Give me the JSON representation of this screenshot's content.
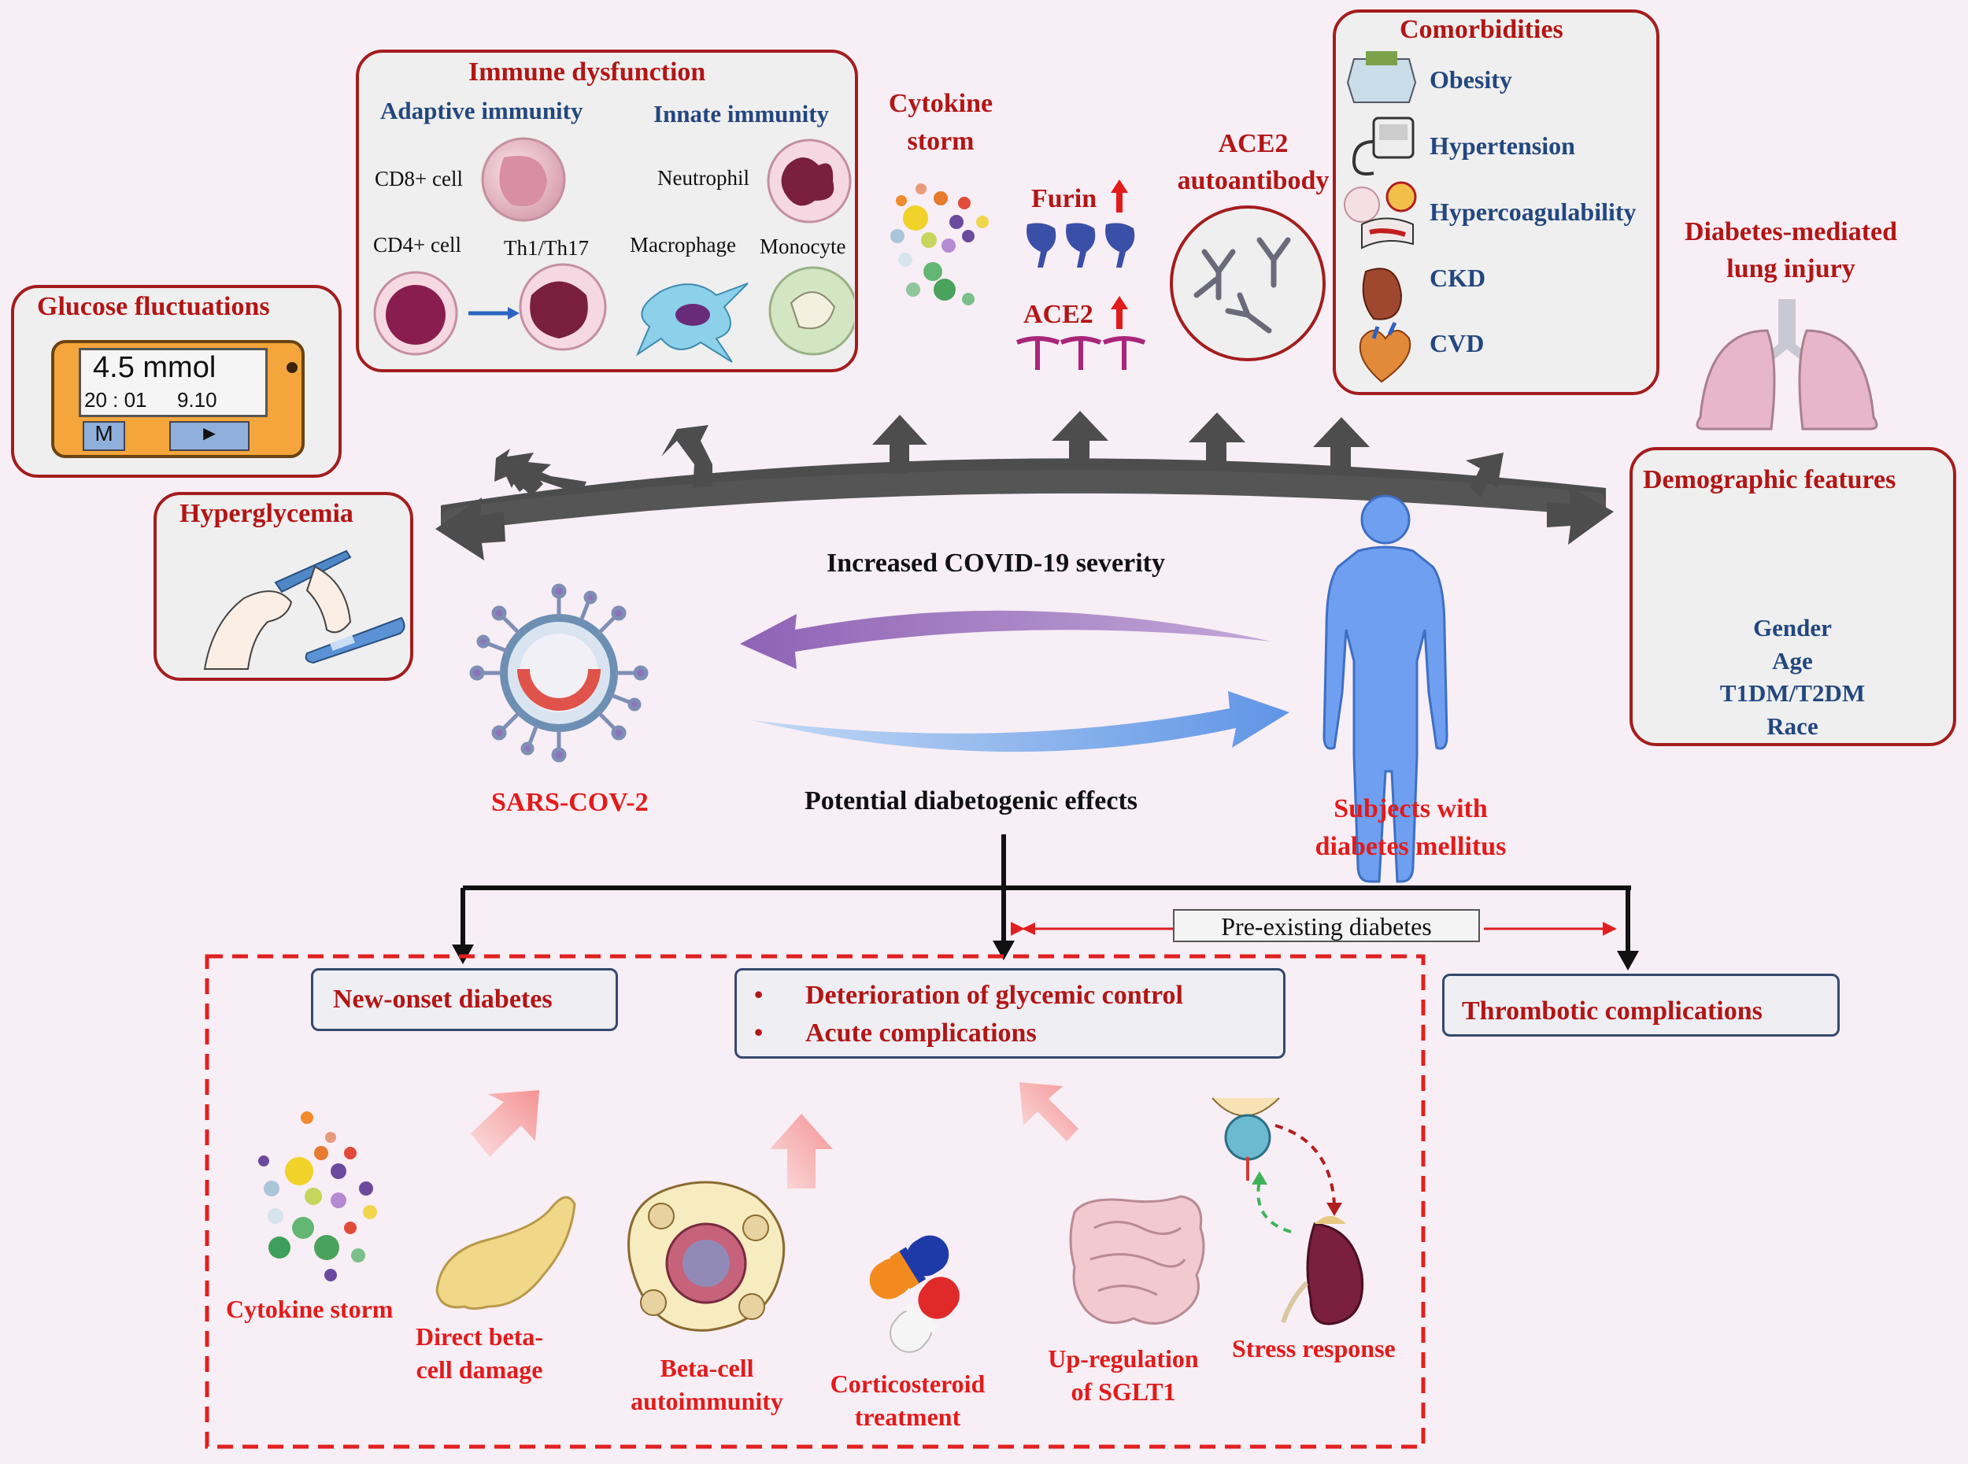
{
  "boxes": {
    "glucose_fluctuations": {
      "title": "Glucose fluctuations",
      "meter": {
        "reading": "4.5 mmol",
        "time": "20 : 01",
        "date": "9.10",
        "button_m": "M",
        "button_arrow": "►"
      }
    },
    "hyperglycemia": {
      "title": "Hyperglycemia"
    },
    "immune_dysfunction": {
      "title": "Immune dysfunction",
      "adaptive": {
        "heading": "Adaptive immunity",
        "cd8": "CD8+ cell",
        "cd4": "CD4+ cell",
        "th": "Th1/Th17"
      },
      "innate": {
        "heading": "Innate immunity",
        "neutrophil": "Neutrophil",
        "macrophage": "Macrophage",
        "monocyte": "Monocyte"
      }
    },
    "comorbidities": {
      "title": "Comorbidities",
      "items": [
        "Obesity",
        "Hypertension",
        "Hypercoagulability",
        "CKD",
        "CVD"
      ]
    },
    "demographic_features": {
      "title": "Demographic features",
      "items": [
        "Gender",
        "Age",
        "T1DM/T2DM",
        "Race"
      ]
    }
  },
  "labels": {
    "cytokine_storm_top": [
      "Cytokine",
      "storm"
    ],
    "furin": "Furin",
    "ace2": "ACE2",
    "ace2_autoantibody": [
      "ACE2",
      "autoantibody"
    ],
    "lung_injury": [
      "Diabetes-mediated",
      "lung injury"
    ],
    "increased_severity": "Increased COVID-19 severity",
    "sars_cov2": "SARS-COV-2",
    "potential_effects": "Potential diabetogenic effects",
    "subjects": [
      "Subjects with",
      "diabetes mellitus"
    ],
    "pre_existing": "Pre-existing diabetes"
  },
  "outcomes": {
    "new_onset": "New-onset diabetes",
    "deterioration": [
      "Deterioration of glycemic control",
      "Acute complications"
    ],
    "bullet": "•",
    "thrombotic": "Thrombotic complications"
  },
  "mechanisms": {
    "cytokine_storm": "Cytokine storm",
    "beta_cell_damage": [
      "Direct beta-",
      "cell damage"
    ],
    "beta_cell_autoimmunity": [
      "Beta-cell",
      "autoimmunity"
    ],
    "corticosteroid": [
      "Corticosteroid",
      "treatment"
    ],
    "sglt1": [
      "Up-regulation",
      "of SGLT1"
    ],
    "stress_response": "Stress response"
  },
  "colors": {
    "background": "#f8eef5",
    "box_border_red": "#a31d1d",
    "title_red": "#b31515",
    "label_red": "#e21b1b",
    "label_blue": "#23477f",
    "arc_gray": "#4d4d4d",
    "arrow_purple": "#8a64b0",
    "arrow_blue": "#78a7e8",
    "body_blue": "#6f9ff0",
    "dashed_red": "#e02020"
  }
}
